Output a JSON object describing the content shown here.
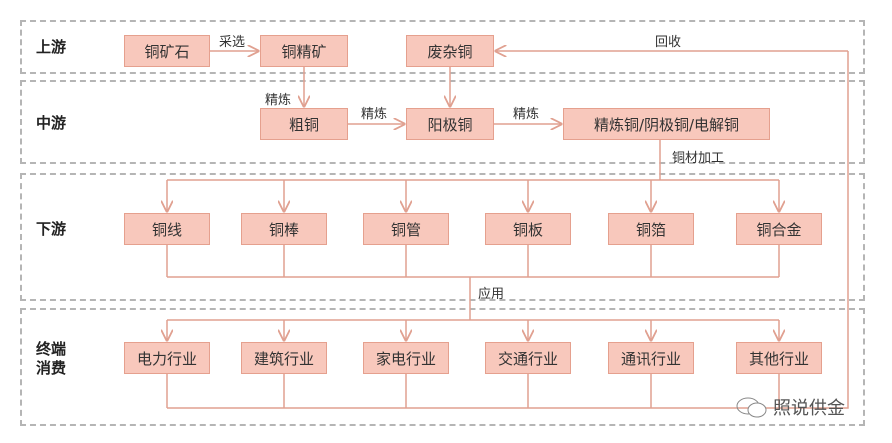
{
  "sections": {
    "upstream": "上游",
    "midstream": "中游",
    "downstream": "下游",
    "terminal_line1": "终端",
    "terminal_line2": "消费"
  },
  "upstream": {
    "ore": "铜矿石",
    "concentrate": "铜精矿",
    "scrap": "废杂铜"
  },
  "midstream": {
    "blister": "粗铜",
    "anode": "阳极铜",
    "refined": "精炼铜/阴极铜/电解铜"
  },
  "downstream": [
    "铜线",
    "铜棒",
    "铜管",
    "铜板",
    "铜箔",
    "铜合金"
  ],
  "terminal": [
    "电力行业",
    "建筑行业",
    "家电行业",
    "交通行业",
    "通讯行业",
    "其他行业"
  ],
  "edges": {
    "mining": "采选",
    "smelt1": "精炼",
    "smelt2": "精炼",
    "smelt3": "精炼",
    "processing": "铜材加工",
    "application": "应用",
    "recycle": "回收"
  },
  "watermark": "照说供金",
  "colors": {
    "box_fill": "#f8c8bc",
    "box_border": "#e5a08e",
    "line": "#e0a090"
  }
}
